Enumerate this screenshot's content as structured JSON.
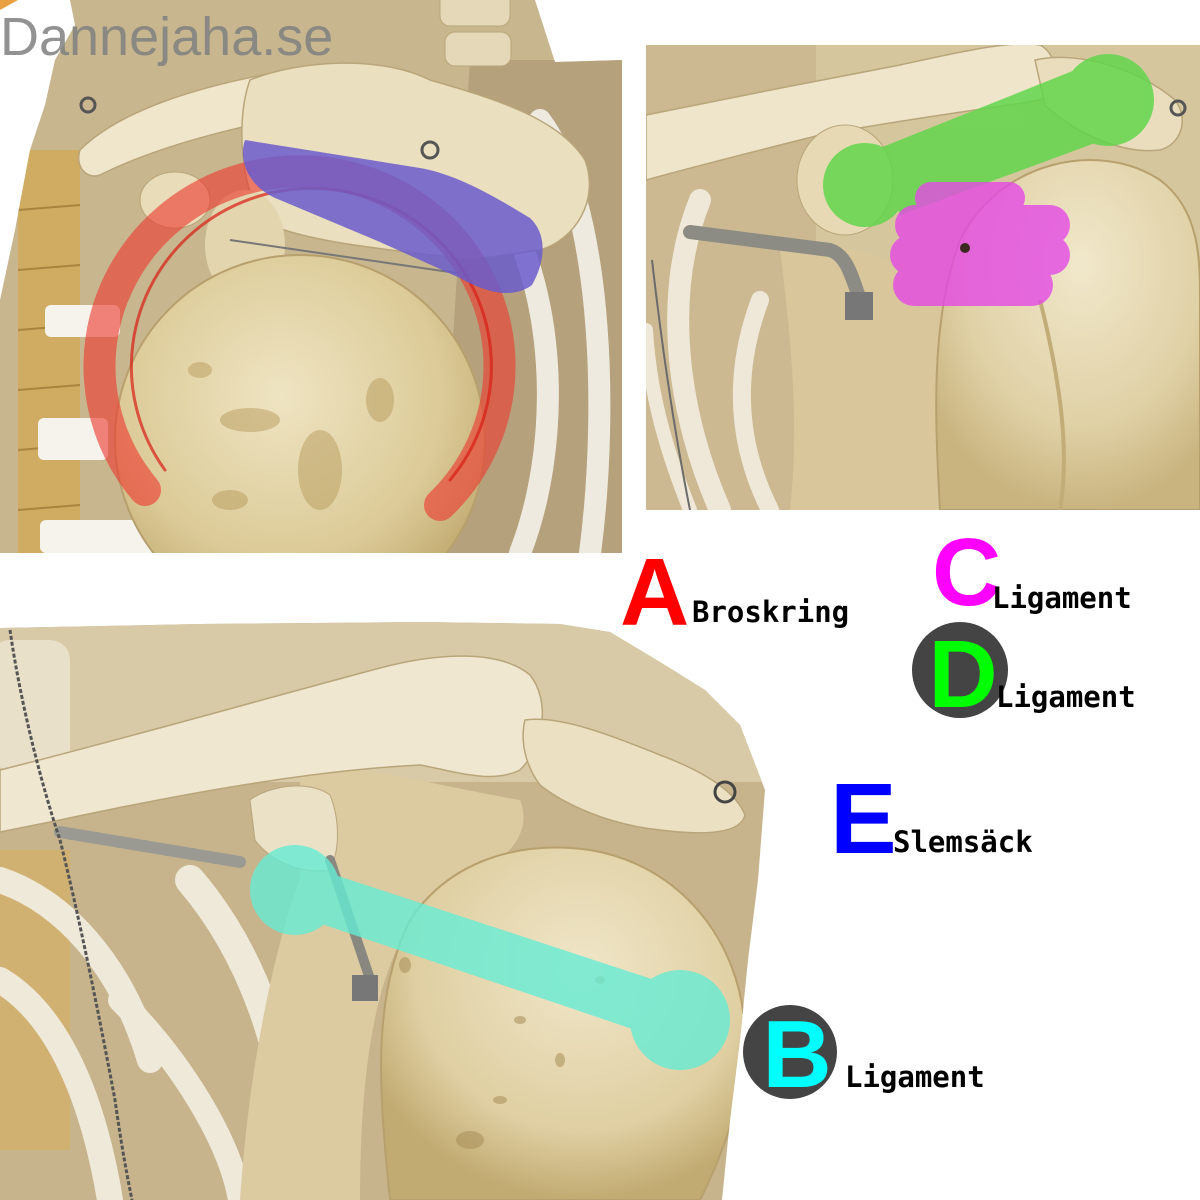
{
  "watermark": "Dannejaha.se",
  "labels": {
    "A": {
      "letter": "A",
      "text": "Broskring",
      "color": "#ff0000"
    },
    "B": {
      "letter": "B",
      "text": "Ligament",
      "color": "#00ffff",
      "badge_color": "#444444"
    },
    "C": {
      "letter": "C",
      "text": "Ligament",
      "color": "#ff00ff"
    },
    "D": {
      "letter": "D",
      "text": "Ligament",
      "color": "#00ff00",
      "badge_color": "#444444"
    },
    "E": {
      "letter": "E",
      "text": "Slemsäck",
      "color": "#0000ff"
    }
  },
  "overlay_colors": {
    "A": "#ec3a30",
    "B": "#66ecd4",
    "C": "#e54ae5",
    "D": "#62d64c",
    "E": "#6a5ccc"
  }
}
